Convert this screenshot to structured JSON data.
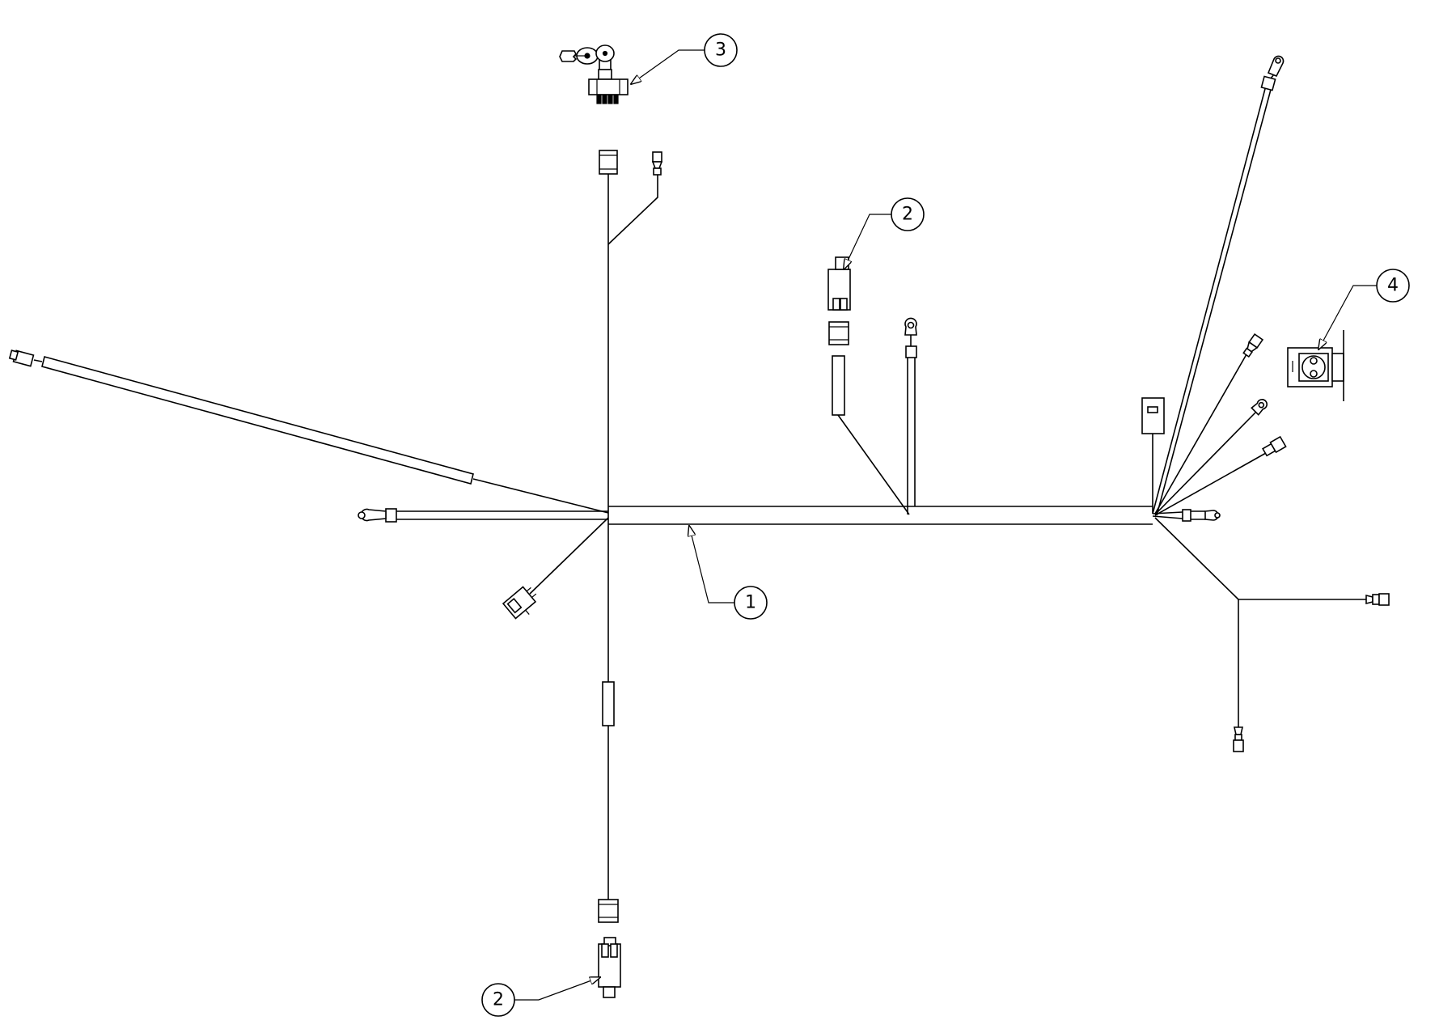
{
  "callouts": [
    {
      "id": "callout-1",
      "label": "1"
    },
    {
      "id": "callout-2-top",
      "label": "2"
    },
    {
      "id": "callout-2-bottom",
      "label": "2"
    },
    {
      "id": "callout-3",
      "label": "3"
    },
    {
      "id": "callout-4",
      "label": "4"
    }
  ],
  "icons": [
    "ignition-key-icon",
    "ignition-switch-icon",
    "connector-icon",
    "ring-terminal-icon",
    "spade-terminal-icon",
    "relay-icon",
    "bullet-connector-icon"
  ],
  "colors": {
    "line": "#000000",
    "background": "#ffffff"
  }
}
